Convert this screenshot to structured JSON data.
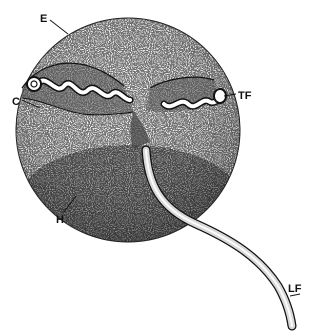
{
  "labels": {
    "e": "E",
    "c": "C",
    "tf": "TF",
    "h": "H",
    "lf": "LF"
  },
  "colors": {
    "ink": "#111111",
    "stipple": "#222222",
    "background": "#ffffff"
  }
}
